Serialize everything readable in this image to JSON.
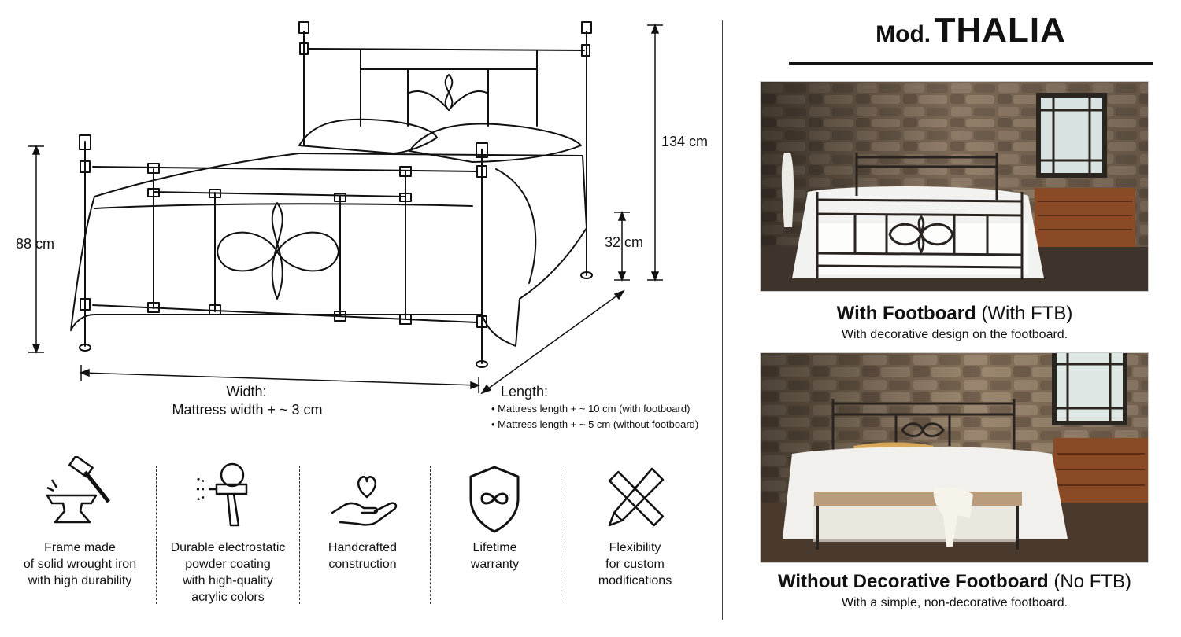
{
  "header": {
    "prefix": "Mod.",
    "model": "THALIA"
  },
  "dimensions": {
    "total_height": "134 cm",
    "footboard_height": "88 cm",
    "leg_clearance": "32 cm",
    "width_title": "Width:",
    "width_value": "Mattress width + ~ 3 cm",
    "length_title": "Length:",
    "length_notes": [
      "Mattress length + ~ 10 cm (with footboard)",
      "Mattress length + ~ 5 cm (without footboard)"
    ]
  },
  "features": [
    {
      "icon": "anvil-hammer-icon",
      "lines": [
        "Frame made",
        "of solid wrought iron",
        "with high durability"
      ]
    },
    {
      "icon": "spray-gun-icon",
      "lines": [
        "Durable electrostatic",
        "powder coating",
        "with high-quality",
        "acrylic colors"
      ]
    },
    {
      "icon": "heart-hand-icon",
      "lines": [
        "Handcrafted",
        "construction"
      ]
    },
    {
      "icon": "infinity-shield-icon",
      "lines": [
        "Lifetime",
        "warranty"
      ]
    },
    {
      "icon": "ruler-pencil-icon",
      "lines": [
        "Flexibility",
        "for custom",
        "modifications"
      ]
    }
  ],
  "variants": [
    {
      "title_bold": "With Footboard",
      "title_rest": " (With FTB)",
      "subtitle": "With decorative design on the footboard."
    },
    {
      "title_bold": "Without Decorative Footboard",
      "title_rest": " (No FTB)",
      "subtitle": "With a simple, non-decorative footboard."
    }
  ],
  "colors": {
    "wall_stone": "#8a7560",
    "wood_dresser": "#8b4a26",
    "iron_frame": "#2a2420",
    "bedding": "#f2f2f0",
    "text": "#111111"
  }
}
